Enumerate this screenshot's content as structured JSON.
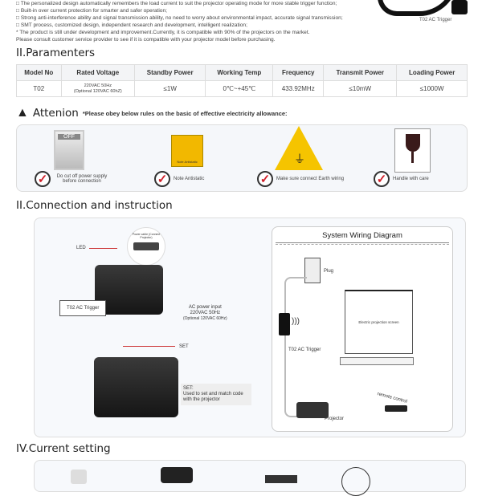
{
  "intro": {
    "bullets": [
      "□ The personalized design automatically remembers the load current to suit the projector operating mode for more stable trigger function;",
      "□ Built-in over current protection for smarter and safer operation;",
      "□ Strong anti-interference ability and signal transmission ability, no need to worry about environmental impact, accurate signal transmission;",
      "□ SMT process,  customized design, independent research and development, intelligent realization;",
      "* The product is still under development and improvement.Currently, it is compatible with 90% of the projectors on the market.",
      "Please consult customer service provider to see if it is compatible with your projector model  before purchasing."
    ],
    "product_caption": "T02 AC Trigger"
  },
  "params": {
    "title": "II.Paramenters",
    "headers": [
      "Model No",
      "Rated Voltage",
      "Standby Power",
      "Working Temp",
      "Frequency",
      "Transmit Power",
      "Loading Power"
    ],
    "row": [
      "T02",
      "220VAC 50Hz",
      "≤1W",
      "0℃~+45℃",
      "433.92MHz",
      "≤10mW",
      "≤1000W"
    ],
    "voltage_note": "(Optional 120VAC 60hZ)"
  },
  "attention": {
    "title": "Attenion",
    "subtitle": "*Please obey below rules on the basic of effective electricity allowance:",
    "off_label": "OFF",
    "antistatic_sign": "Note Antistatic",
    "items": [
      "Do cut off power supply before connection",
      "Note Antistatic",
      "Make sure connect Earth wiring",
      "Handle with care"
    ]
  },
  "connection": {
    "title": "II.Connection and instruction",
    "led": "LED",
    "power_cable": "Power cable (Connect Projector)",
    "device_label": "T02 AC Trigger",
    "ac_input": "AC power input",
    "ac_voltage": "220VAC 50Hz",
    "ac_optional": "(Optional 120VAC 60Hz)",
    "set": "SET",
    "set_title": "SET:",
    "set_desc": "Used to set and match code with the projector",
    "diagram": {
      "title": "System Wiring Diagram",
      "plug": "Plug",
      "trigger": "T02 AC Trigger",
      "screen": "Electric projection screen",
      "projector": "Projector",
      "remote": "remote control"
    }
  },
  "current": {
    "title": "IV.Current setting"
  }
}
